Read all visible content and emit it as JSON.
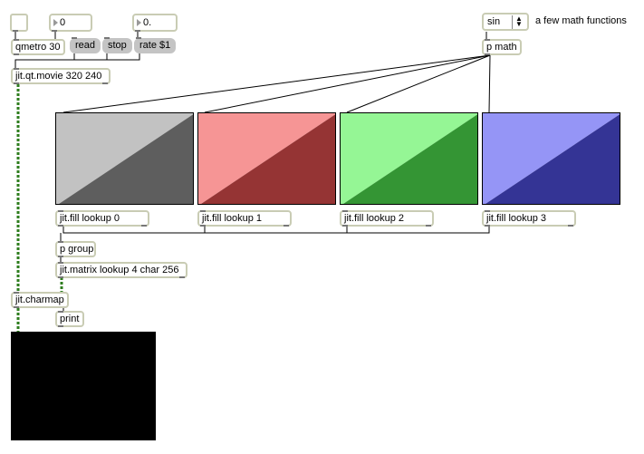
{
  "toggle": {
    "state": "off"
  },
  "number_int": {
    "value": "0"
  },
  "number_float": {
    "value": "0."
  },
  "math_menu": {
    "selected": "sin"
  },
  "comment": {
    "text": "a few math functions"
  },
  "objects": {
    "qmetro": "qmetro 30",
    "qtmovie": "jit.qt.movie 320 240",
    "pmath": "p math",
    "fill0": "jit.fill lookup 0",
    "fill1": "jit.fill lookup 1",
    "fill2": "jit.fill lookup 2",
    "fill3": "jit.fill lookup 3",
    "pgroup": "p group",
    "matrix": "jit.matrix lookup 4 char 256",
    "charmap": "jit.charmap",
    "print": "print"
  },
  "messages": {
    "read": "read",
    "stop": "stop",
    "rate": "rate $1"
  },
  "swatches": [
    {
      "name": "gray",
      "light": "#c2c2c2",
      "dark": "#5e5e5e"
    },
    {
      "name": "red",
      "light": "#f69595",
      "dark": "#953434"
    },
    {
      "name": "green",
      "light": "#95f695",
      "dark": "#349534"
    },
    {
      "name": "blue",
      "light": "#9595f6",
      "dark": "#343495"
    }
  ],
  "colors": {
    "box_border": "#c9ccb4",
    "message_bg": "#c4c4c4",
    "matrix_cord": "#2e7d1e",
    "patch_cord": "#000000"
  }
}
